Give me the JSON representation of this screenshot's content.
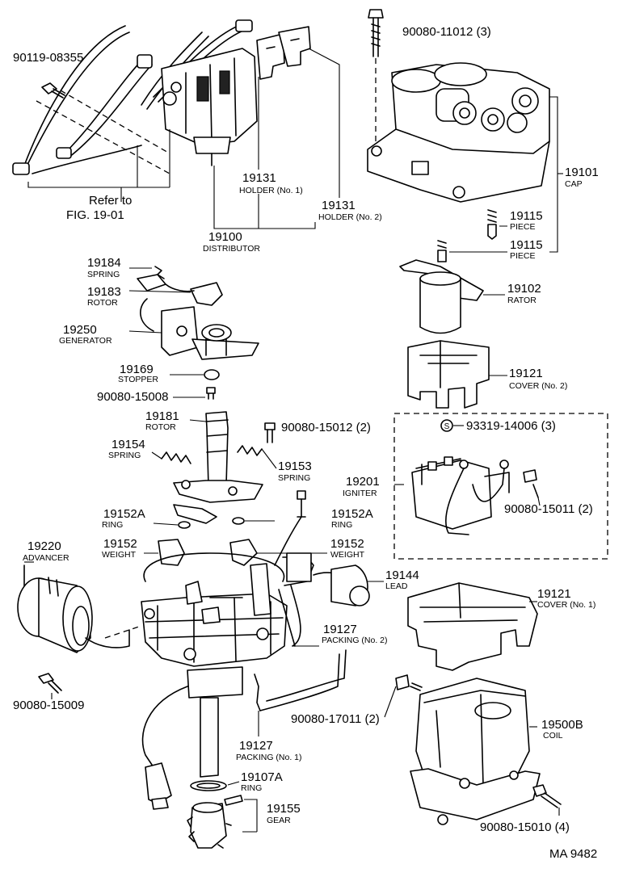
{
  "diagram": {
    "footer_code": "MA  9482",
    "refer": {
      "line1": "Refer to",
      "line2": "FIG. 19-01"
    },
    "labels": [
      {
        "id": "bolt-top-left",
        "num": "90119-08355",
        "name": ""
      },
      {
        "id": "bolt-cap",
        "num": "90080-11012 (3)",
        "name": ""
      },
      {
        "id": "holder-1",
        "num": "19131",
        "name": "HOLDER (No. 1)"
      },
      {
        "id": "holder-2",
        "num": "19131",
        "name": "HOLDER (No. 2)"
      },
      {
        "id": "cap",
        "num": "19101",
        "name": "CAP"
      },
      {
        "id": "distributor",
        "num": "19100",
        "name": "DISTRIBUTOR"
      },
      {
        "id": "piece-1",
        "num": "19115",
        "name": "PIECE"
      },
      {
        "id": "piece-2",
        "num": "19115",
        "name": "PIECE"
      },
      {
        "id": "spring-top",
        "num": "19184",
        "name": "SPRING"
      },
      {
        "id": "rotor-small",
        "num": "19183",
        "name": "ROTOR"
      },
      {
        "id": "rator",
        "num": "19102",
        "name": "RATOR"
      },
      {
        "id": "generator",
        "num": "19250",
        "name": "GENERATOR"
      },
      {
        "id": "stopper",
        "num": "19169",
        "name": "STOPPER"
      },
      {
        "id": "cover-2",
        "num": "19121",
        "name": "COVER (No. 2)"
      },
      {
        "id": "screw-15008",
        "num": "90080-15008",
        "name": ""
      },
      {
        "id": "rotor-shaft",
        "num": "19181",
        "name": "ROTOR"
      },
      {
        "id": "screw-15012",
        "num": "90080-15012 (2)",
        "name": ""
      },
      {
        "id": "screw-93319",
        "num": "93319-14006 (3)",
        "name": ""
      },
      {
        "id": "spring-left",
        "num": "19154",
        "name": "SPRING"
      },
      {
        "id": "spring-right",
        "num": "19153",
        "name": "SPRING"
      },
      {
        "id": "igniter",
        "num": "19201",
        "name": "IGNITER"
      },
      {
        "id": "screw-15011",
        "num": "90080-15011 (2)",
        "name": ""
      },
      {
        "id": "ring-left",
        "num": "19152A",
        "name": "RING"
      },
      {
        "id": "ring-right",
        "num": "19152A",
        "name": "RING"
      },
      {
        "id": "advancer",
        "num": "19220",
        "name": "ADVANCER"
      },
      {
        "id": "weight-left",
        "num": "19152",
        "name": "WEIGHT"
      },
      {
        "id": "weight-right",
        "num": "19152",
        "name": "WEIGHT"
      },
      {
        "id": "lead",
        "num": "19144",
        "name": "LEAD"
      },
      {
        "id": "cover-1",
        "num": "19121",
        "name": "COVER (No. 1)"
      },
      {
        "id": "packing-2",
        "num": "19127",
        "name": "PACKING (No. 2)"
      },
      {
        "id": "screw-15009",
        "num": "90080-15009",
        "name": ""
      },
      {
        "id": "screw-17011",
        "num": "90080-17011 (2)",
        "name": ""
      },
      {
        "id": "coil",
        "num": "19500B",
        "name": "COIL"
      },
      {
        "id": "packing-1",
        "num": "19127",
        "name": "PACKING (No. 1)"
      },
      {
        "id": "ring-bottom",
        "num": "19107A",
        "name": "RING"
      },
      {
        "id": "gear",
        "num": "19155",
        "name": "GEAR"
      },
      {
        "id": "screw-15010",
        "num": "90080-15010 (4)",
        "name": ""
      }
    ]
  }
}
